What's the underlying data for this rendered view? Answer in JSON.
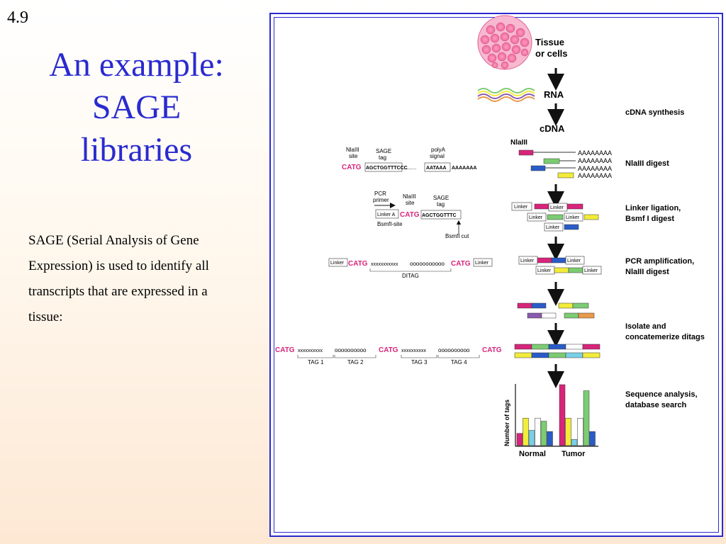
{
  "slide": {
    "number": "4.9",
    "title_lines": [
      "An example:",
      "SAGE",
      "libraries"
    ],
    "body": "SAGE (Serial Analysis of Gene Expression) is used to identify all transcripts that are expressed in a tissue:"
  },
  "diagram": {
    "tissue_label_1": "Tissue",
    "tissue_label_2": "or cells",
    "rna_label": "RNA",
    "cdna_label": "cDNA",
    "nlaiii_label": "NlaIII",
    "polya": "AAAAAAAA",
    "steps": {
      "cdna_synthesis": "cDNA synthesis",
      "nlaiii_digest": "NlaIII digest",
      "linker_ligation_1": "Linker ligation,",
      "linker_ligation_2": "Bsmf I digest",
      "pcr_1": "PCR amplification,",
      "pcr_2": "NlaIII digest",
      "isolate_1": "Isolate and",
      "isolate_2": "concatemerize ditags",
      "sequence_1": "Sequence analysis,",
      "sequence_2": "database search"
    },
    "seq1": {
      "site_label_1": "NlaIII",
      "site_label_2": "site",
      "tag_label_1": "SAGE",
      "tag_label_2": "tag",
      "polya_label_1": "polyA",
      "polya_label_2": "signal",
      "catg": "CATG",
      "tag_seq": "AGCTGGTTTCCC",
      "dots": ".........",
      "aataaa": "AATAAA",
      "tail": "AAAAAAA"
    },
    "seq2": {
      "pcr_label_1": "PCR",
      "pcr_label_2": "primer",
      "site_label_1": "NlaIII",
      "site_label_2": "site",
      "tag_label_1": "SAGE",
      "tag_label_2": "tag",
      "linker": "Linker A",
      "catg": "CATG",
      "tag_seq": "AGCTGGTTTC",
      "bsmfi_site": "BsmfI-site",
      "bsmfi_cut": "BsmfI cut"
    },
    "seq3": {
      "linker": "Linker",
      "catg": "CATG",
      "x_seq": "xxxxxxxxxxx",
      "o_seq": "ooooooooooo",
      "ditag": "DITAG"
    },
    "seq4": {
      "catg": "CATG",
      "x_seq": "xxxxxxxxxx",
      "o_seq": "oooooooooo",
      "tags": [
        "TAG 1",
        "TAG 2",
        "TAG 3",
        "TAG 4"
      ]
    },
    "linker_box": "Linker",
    "chart": {
      "ylabel": "Number of tags",
      "normal_label": "Normal",
      "tumor_label": "Tumor"
    }
  },
  "colors": {
    "title_blue": "#2a2ad0",
    "magenta": "#d8247a",
    "green": "#7ccc72",
    "blue": "#2a5cc8",
    "yellow": "#f2ec3a",
    "cyan": "#7ad0e6",
    "purple": "#8a5ab0",
    "orange": "#e89a4a"
  },
  "chart_data": {
    "type": "bar",
    "title": "",
    "xlabel": "",
    "ylabel": "Number of tags",
    "categories": [
      "Normal",
      "Tumor"
    ],
    "series": [
      {
        "color": "#d8247a",
        "values": [
          2,
          10
        ]
      },
      {
        "color": "#f2ec3a",
        "values": [
          4.5,
          4.5
        ]
      },
      {
        "color": "#7ad0e6",
        "values": [
          2.5,
          1
        ]
      },
      {
        "color": "#ffffff",
        "values": [
          4.5,
          4.5
        ]
      },
      {
        "color": "#7ccc72",
        "values": [
          4,
          9
        ]
      },
      {
        "color": "#2a5cc8",
        "values": [
          2.3,
          2.3
        ]
      }
    ]
  }
}
